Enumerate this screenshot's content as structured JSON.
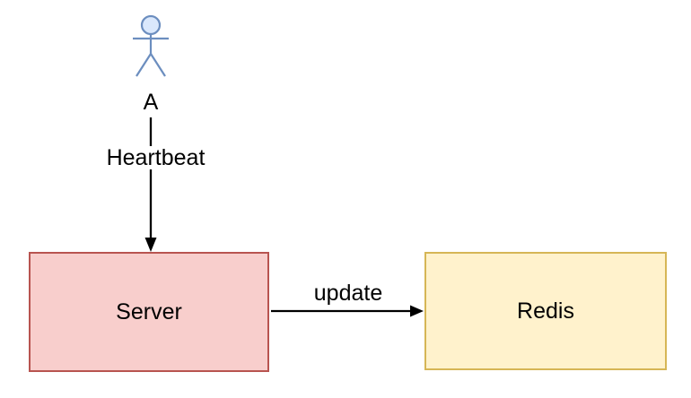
{
  "diagram": {
    "actor": {
      "label": "A",
      "fill": "#dae8fc",
      "stroke": "#6c8ebf"
    },
    "nodes": [
      {
        "label": "Server",
        "fill": "#f8cecc",
        "border": "#b85450"
      },
      {
        "label": "Redis",
        "fill": "#fff2cc",
        "border": "#d6b656"
      }
    ],
    "edges": [
      {
        "label": "Heartbeat",
        "from": "A",
        "to": "Server",
        "direction": "down",
        "color": "#000000"
      },
      {
        "label": "update",
        "from": "Server",
        "to": "Redis",
        "direction": "right",
        "color": "#000000"
      }
    ],
    "background": "#ffffff"
  }
}
